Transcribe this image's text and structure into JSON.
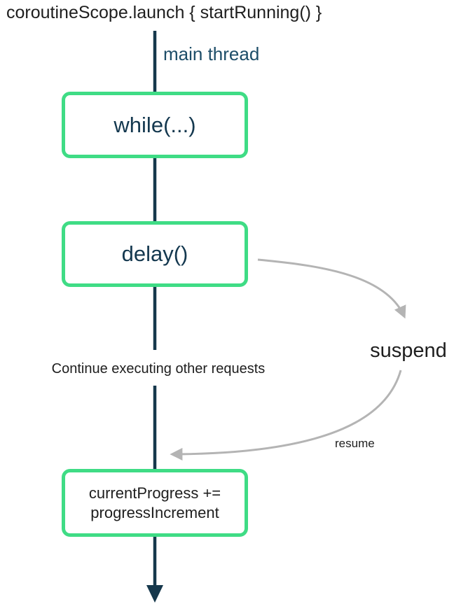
{
  "diagram": {
    "title": "coroutineScope.launch { startRunning() }",
    "thread_label": "main thread",
    "boxes": [
      {
        "label": "while(...)"
      },
      {
        "label": "delay()"
      },
      {
        "label": "currentProgress +=\nprogressIncrement"
      }
    ],
    "annotations": {
      "continue_text": "Continue executing other requests",
      "suspend_text": "suspend",
      "resume_text": "resume"
    },
    "colors": {
      "box_border": "#3fdc85",
      "thread_line": "#16384c",
      "thread_text": "#1d4d68",
      "box_text": "#14384f",
      "curve": "#b4b4b4",
      "text": "#1e1e1e"
    }
  }
}
